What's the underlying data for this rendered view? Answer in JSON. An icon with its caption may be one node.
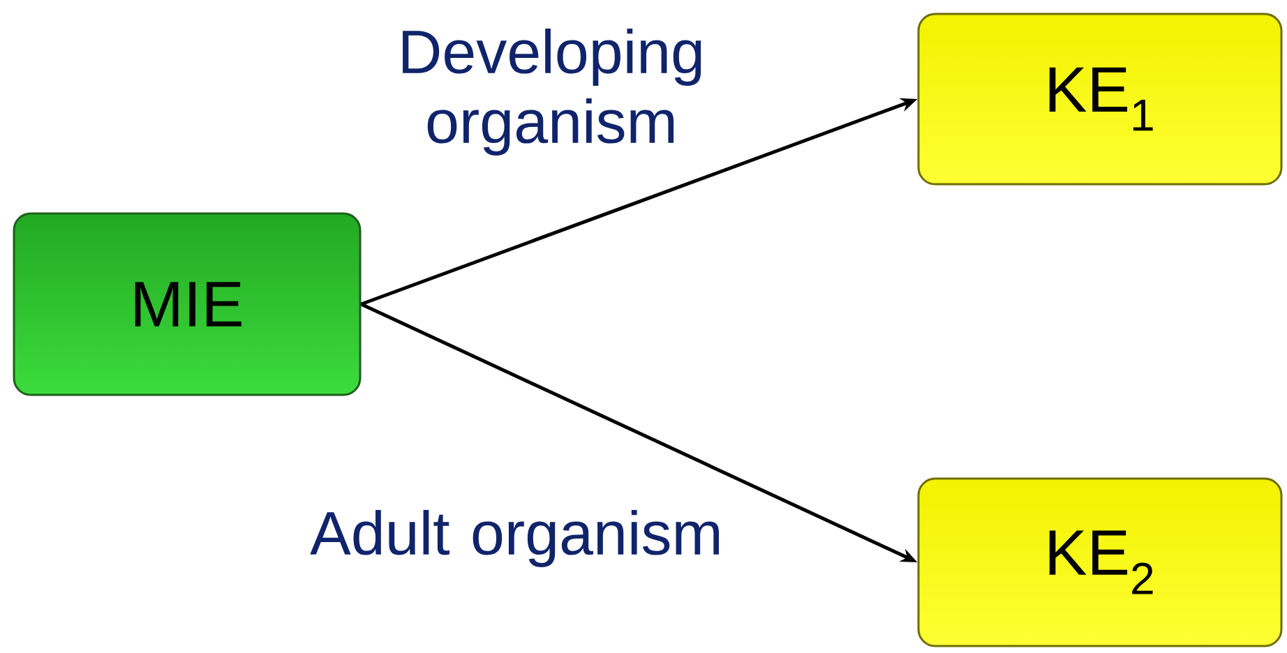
{
  "diagram": {
    "nodes": [
      {
        "text": [
          "MIE"
        ]
      },
      {
        "text": [
          "KE$_{1}$"
        ]
      },
      {
        "text": [
          "KE$_{2}$"
        ]
      }
    ],
    "edges": [
      {
        "from": 0,
        "to": 1,
        "arrow": "to",
        "label": "Developing organism"
      },
      {
        "from": 0,
        "to": 2,
        "arrow": "to",
        "label": "Adult organism"
      }
    ]
  }
}
